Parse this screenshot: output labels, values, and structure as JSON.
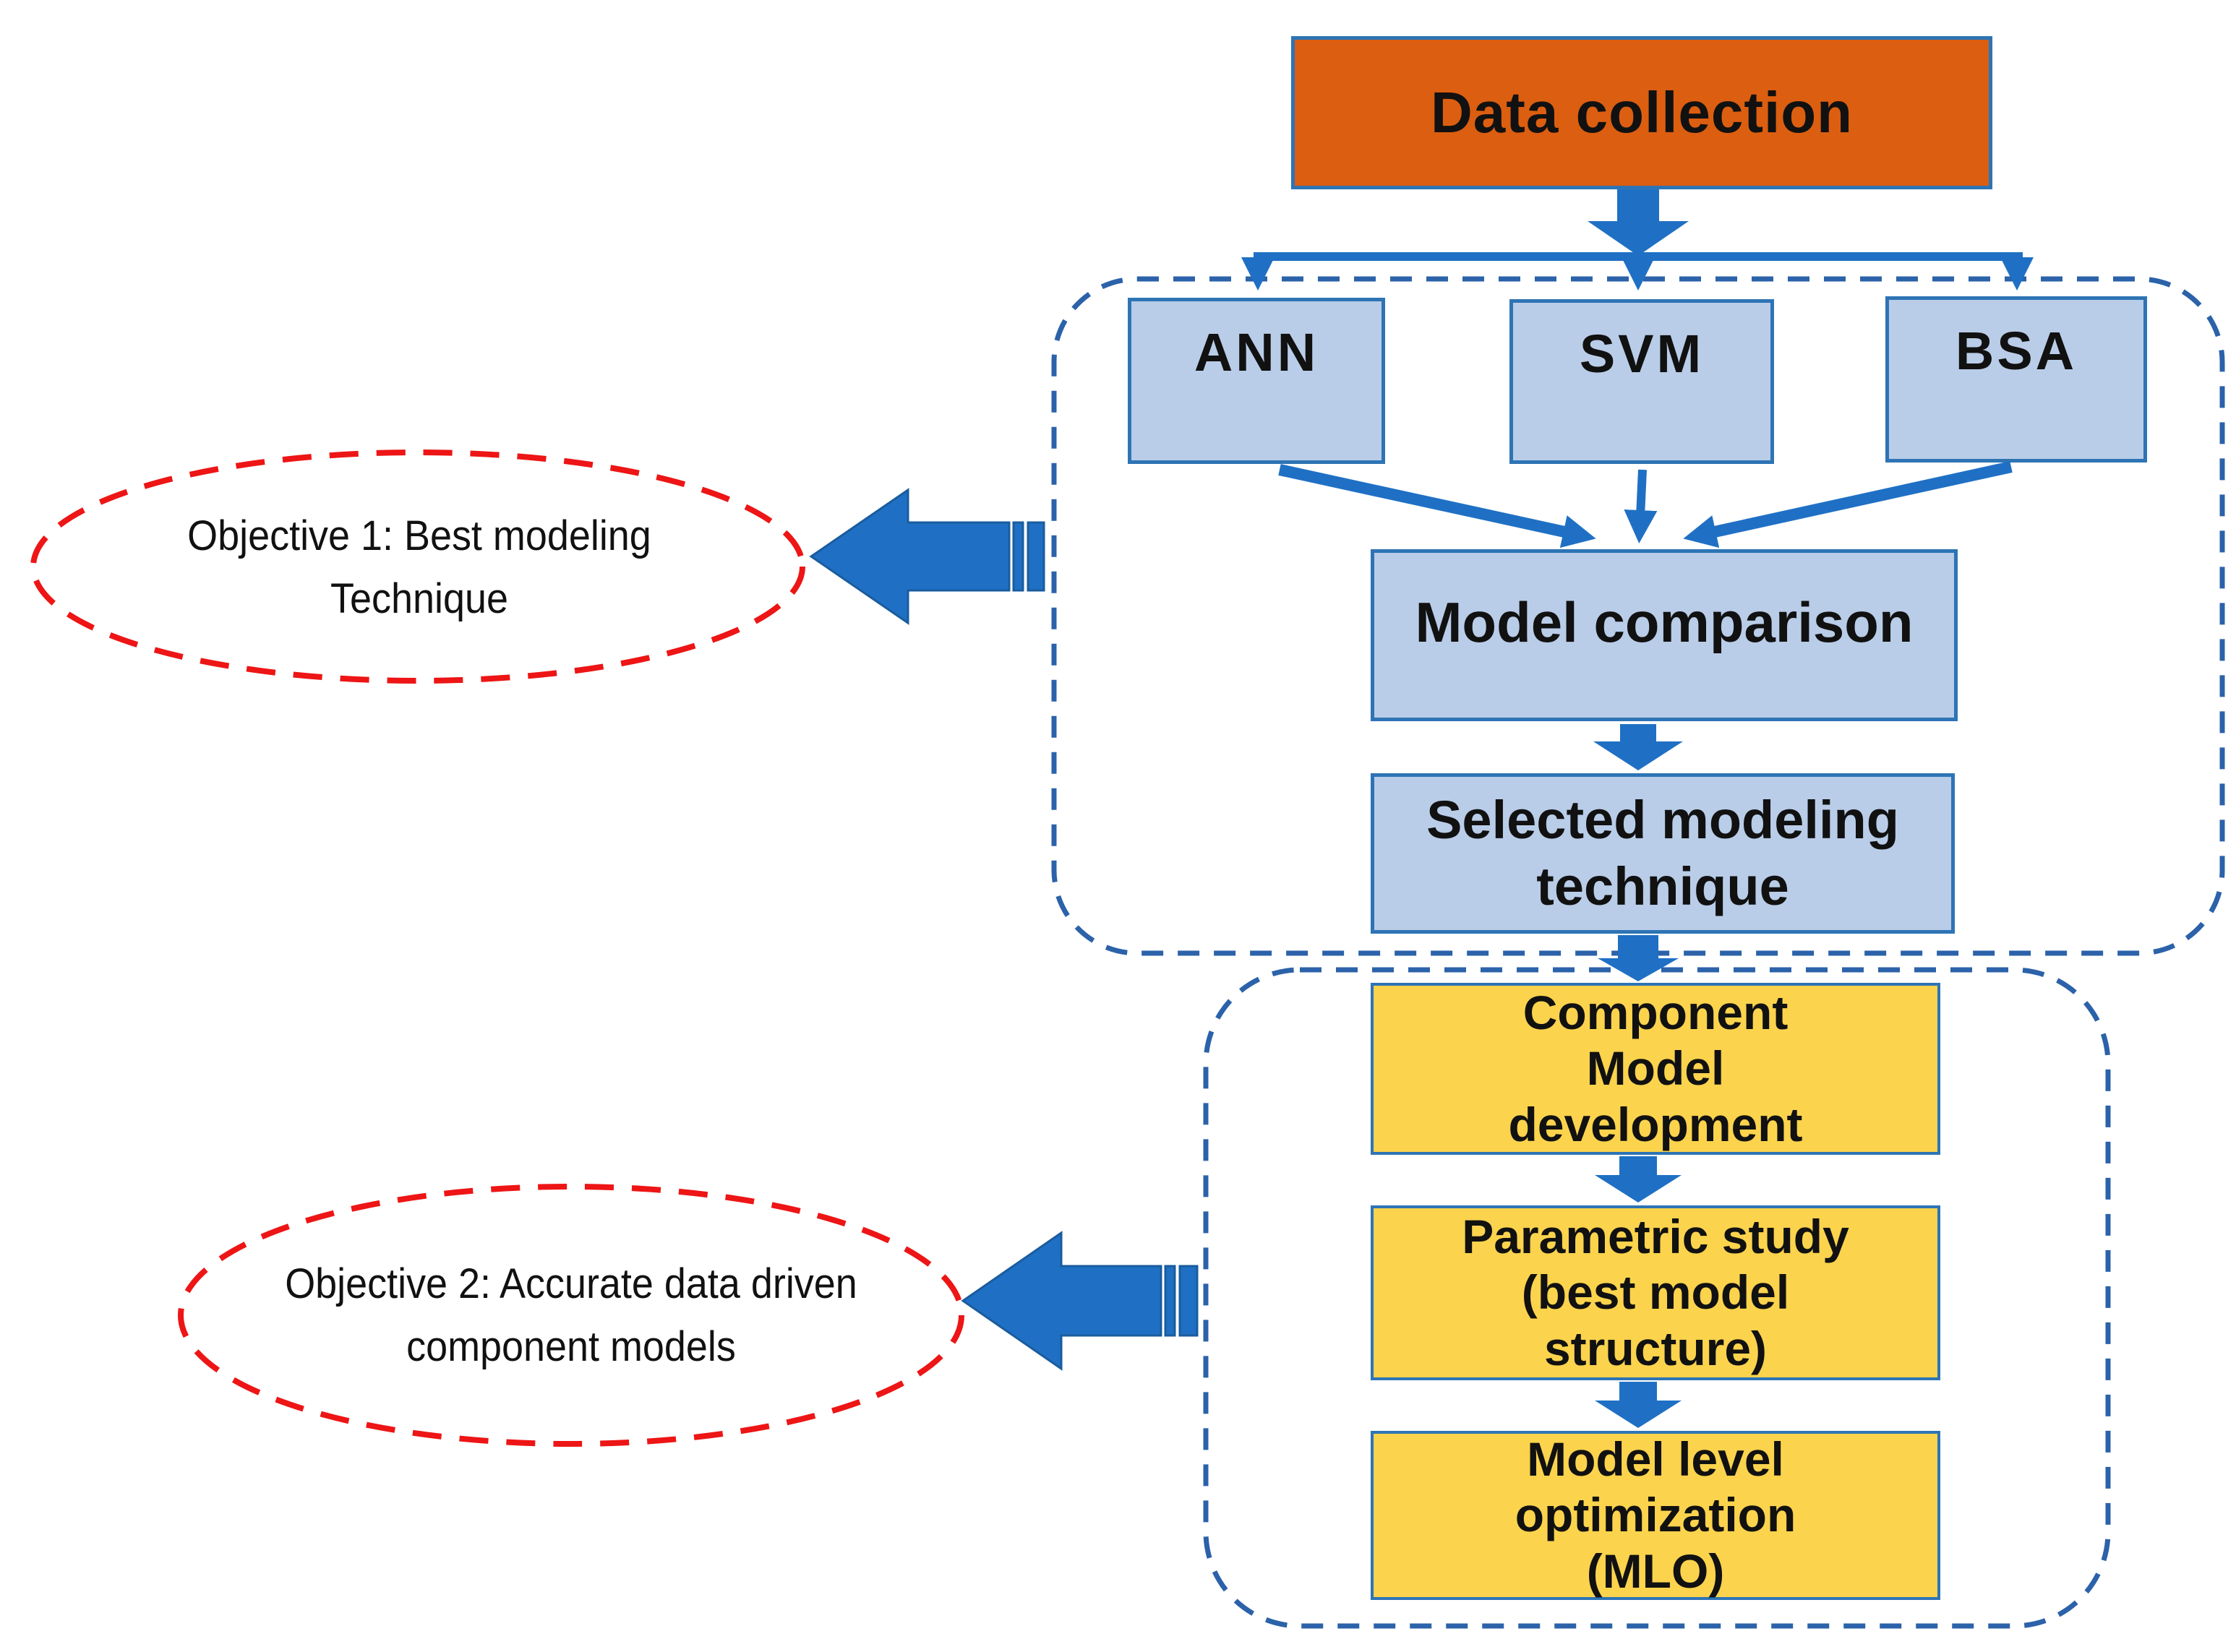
{
  "diagram": {
    "nodes": {
      "data_collection": {
        "label": "Data collection"
      },
      "ann": {
        "label": "ANN"
      },
      "svm": {
        "label": "SVM"
      },
      "bsa": {
        "label": "BSA"
      },
      "model_comparison": {
        "label": "Model comparison"
      },
      "selected_technique": {
        "label": "Selected modeling\ntechnique"
      },
      "component_development": {
        "label": "Component\nModel\ndevelopment"
      },
      "parametric_study": {
        "label": "Parametric study\n(best model\nstructure)"
      },
      "model_level_optimization": {
        "label": "Model level\noptimization\n(MLO)"
      }
    },
    "objectives": {
      "objective1": {
        "label": "Objective 1: Best modeling\nTechnique"
      },
      "objective2": {
        "label": "Objective 2: Accurate data driven\ncomponent models"
      }
    },
    "colors": {
      "orange_fill": "#DC5E10",
      "blue_fill": "#B9CDE8",
      "yellow_fill": "#FBD34D",
      "box_border": "#2E74B5",
      "arrow_fill": "#1F70C4",
      "arrow_outline": "#1A5C9E",
      "dashed_border_blue": "#2B62A9",
      "dashed_border_red": "#ED1515",
      "text": "#111111"
    }
  }
}
